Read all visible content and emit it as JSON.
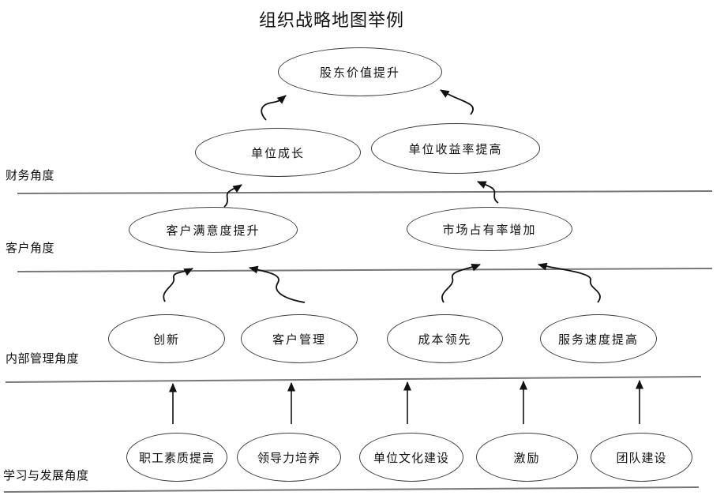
{
  "title": "组织战略地图举例",
  "perspectives": [
    {
      "label": "财务角度"
    },
    {
      "label": "客户角度"
    },
    {
      "label": "内部管理角度"
    },
    {
      "label": "学习与发展角度"
    }
  ],
  "nodes": {
    "shareholder_value": {
      "label": "股东价值提升"
    },
    "unit_growth": {
      "label": "单位成长"
    },
    "unit_profitability": {
      "label": "单位收益率提高"
    },
    "customer_satisfaction": {
      "label": "客户满意度提升"
    },
    "market_share": {
      "label": "市场占有率增加"
    },
    "innovation": {
      "label": "创新"
    },
    "customer_management": {
      "label": "客户管理"
    },
    "cost_leadership": {
      "label": "成本领先"
    },
    "service_speed": {
      "label": "服务速度提高"
    },
    "staff_quality": {
      "label": "职工素质提高"
    },
    "leadership_development": {
      "label": "领导力培养"
    },
    "culture_building": {
      "label": "单位文化建设"
    },
    "incentive": {
      "label": "激励"
    },
    "team_building": {
      "label": "团队建设"
    }
  },
  "edges": [
    {
      "from": "单位成长",
      "to": "股东价值提升"
    },
    {
      "from": "单位收益率提高",
      "to": "股东价值提升"
    },
    {
      "from": "客户满意度提升",
      "to": "单位成长"
    },
    {
      "from": "市场占有率增加",
      "to": "单位收益率提高"
    },
    {
      "from": "创新",
      "to": "客户满意度提升"
    },
    {
      "from": "客户管理",
      "to": "客户满意度提升"
    },
    {
      "from": "成本领先",
      "to": "市场占有率增加"
    },
    {
      "from": "服务速度提高",
      "to": "市场占有率增加"
    },
    {
      "from": "职工素质提高",
      "to": "内部管理角度"
    },
    {
      "from": "领导力培养",
      "to": "内部管理角度"
    },
    {
      "from": "单位文化建设",
      "to": "内部管理角度"
    },
    {
      "from": "激励",
      "to": "内部管理角度"
    },
    {
      "from": "团队建设",
      "to": "内部管理角度"
    }
  ],
  "colors": {
    "band_line": "#787878",
    "arrow": "#111111",
    "node_border": "#3d3d3d",
    "background": "#ffffff",
    "text": "#000000"
  }
}
